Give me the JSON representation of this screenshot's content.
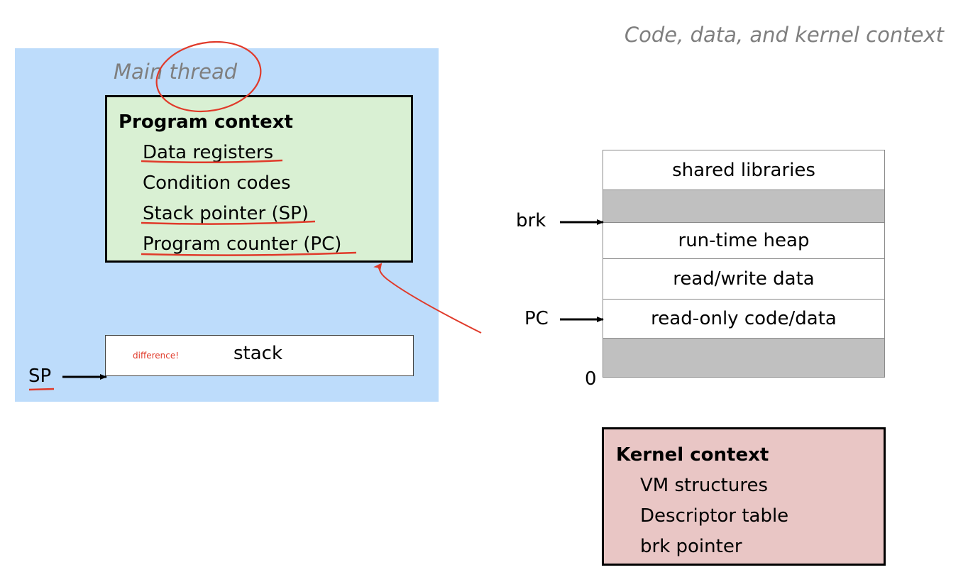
{
  "header": {
    "title": "Code, data, and kernel context"
  },
  "thread": {
    "label": "Main thread",
    "program_context": {
      "title": "Program context",
      "items": [
        "Data registers",
        "Condition codes",
        "Stack pointer (SP)",
        "Program counter (PC)"
      ]
    },
    "stack": {
      "label": "stack",
      "note": "difference!"
    },
    "sp_label": "SP"
  },
  "memory": {
    "segments": [
      {
        "label": "shared libraries",
        "shaded": false
      },
      {
        "label": "",
        "shaded": true
      },
      {
        "label": "run-time heap",
        "shaded": false
      },
      {
        "label": "read/write data",
        "shaded": false
      },
      {
        "label": "read-only code/data",
        "shaded": false
      },
      {
        "label": "",
        "shaded": true
      }
    ],
    "pointers": {
      "brk": "brk",
      "pc": "PC",
      "zero": "0"
    }
  },
  "kernel_context": {
    "title": "Kernel context",
    "items": [
      "VM structures",
      "Descriptor table",
      "brk pointer"
    ]
  },
  "colors": {
    "thread_bg": "#bddcfb",
    "program_bg": "#d9f0d3",
    "kernel_bg": "#e9c6c5",
    "shaded_segment": "#c0c0c0",
    "annotation": "#e03a2a",
    "italic_label": "#7f7f7f"
  }
}
